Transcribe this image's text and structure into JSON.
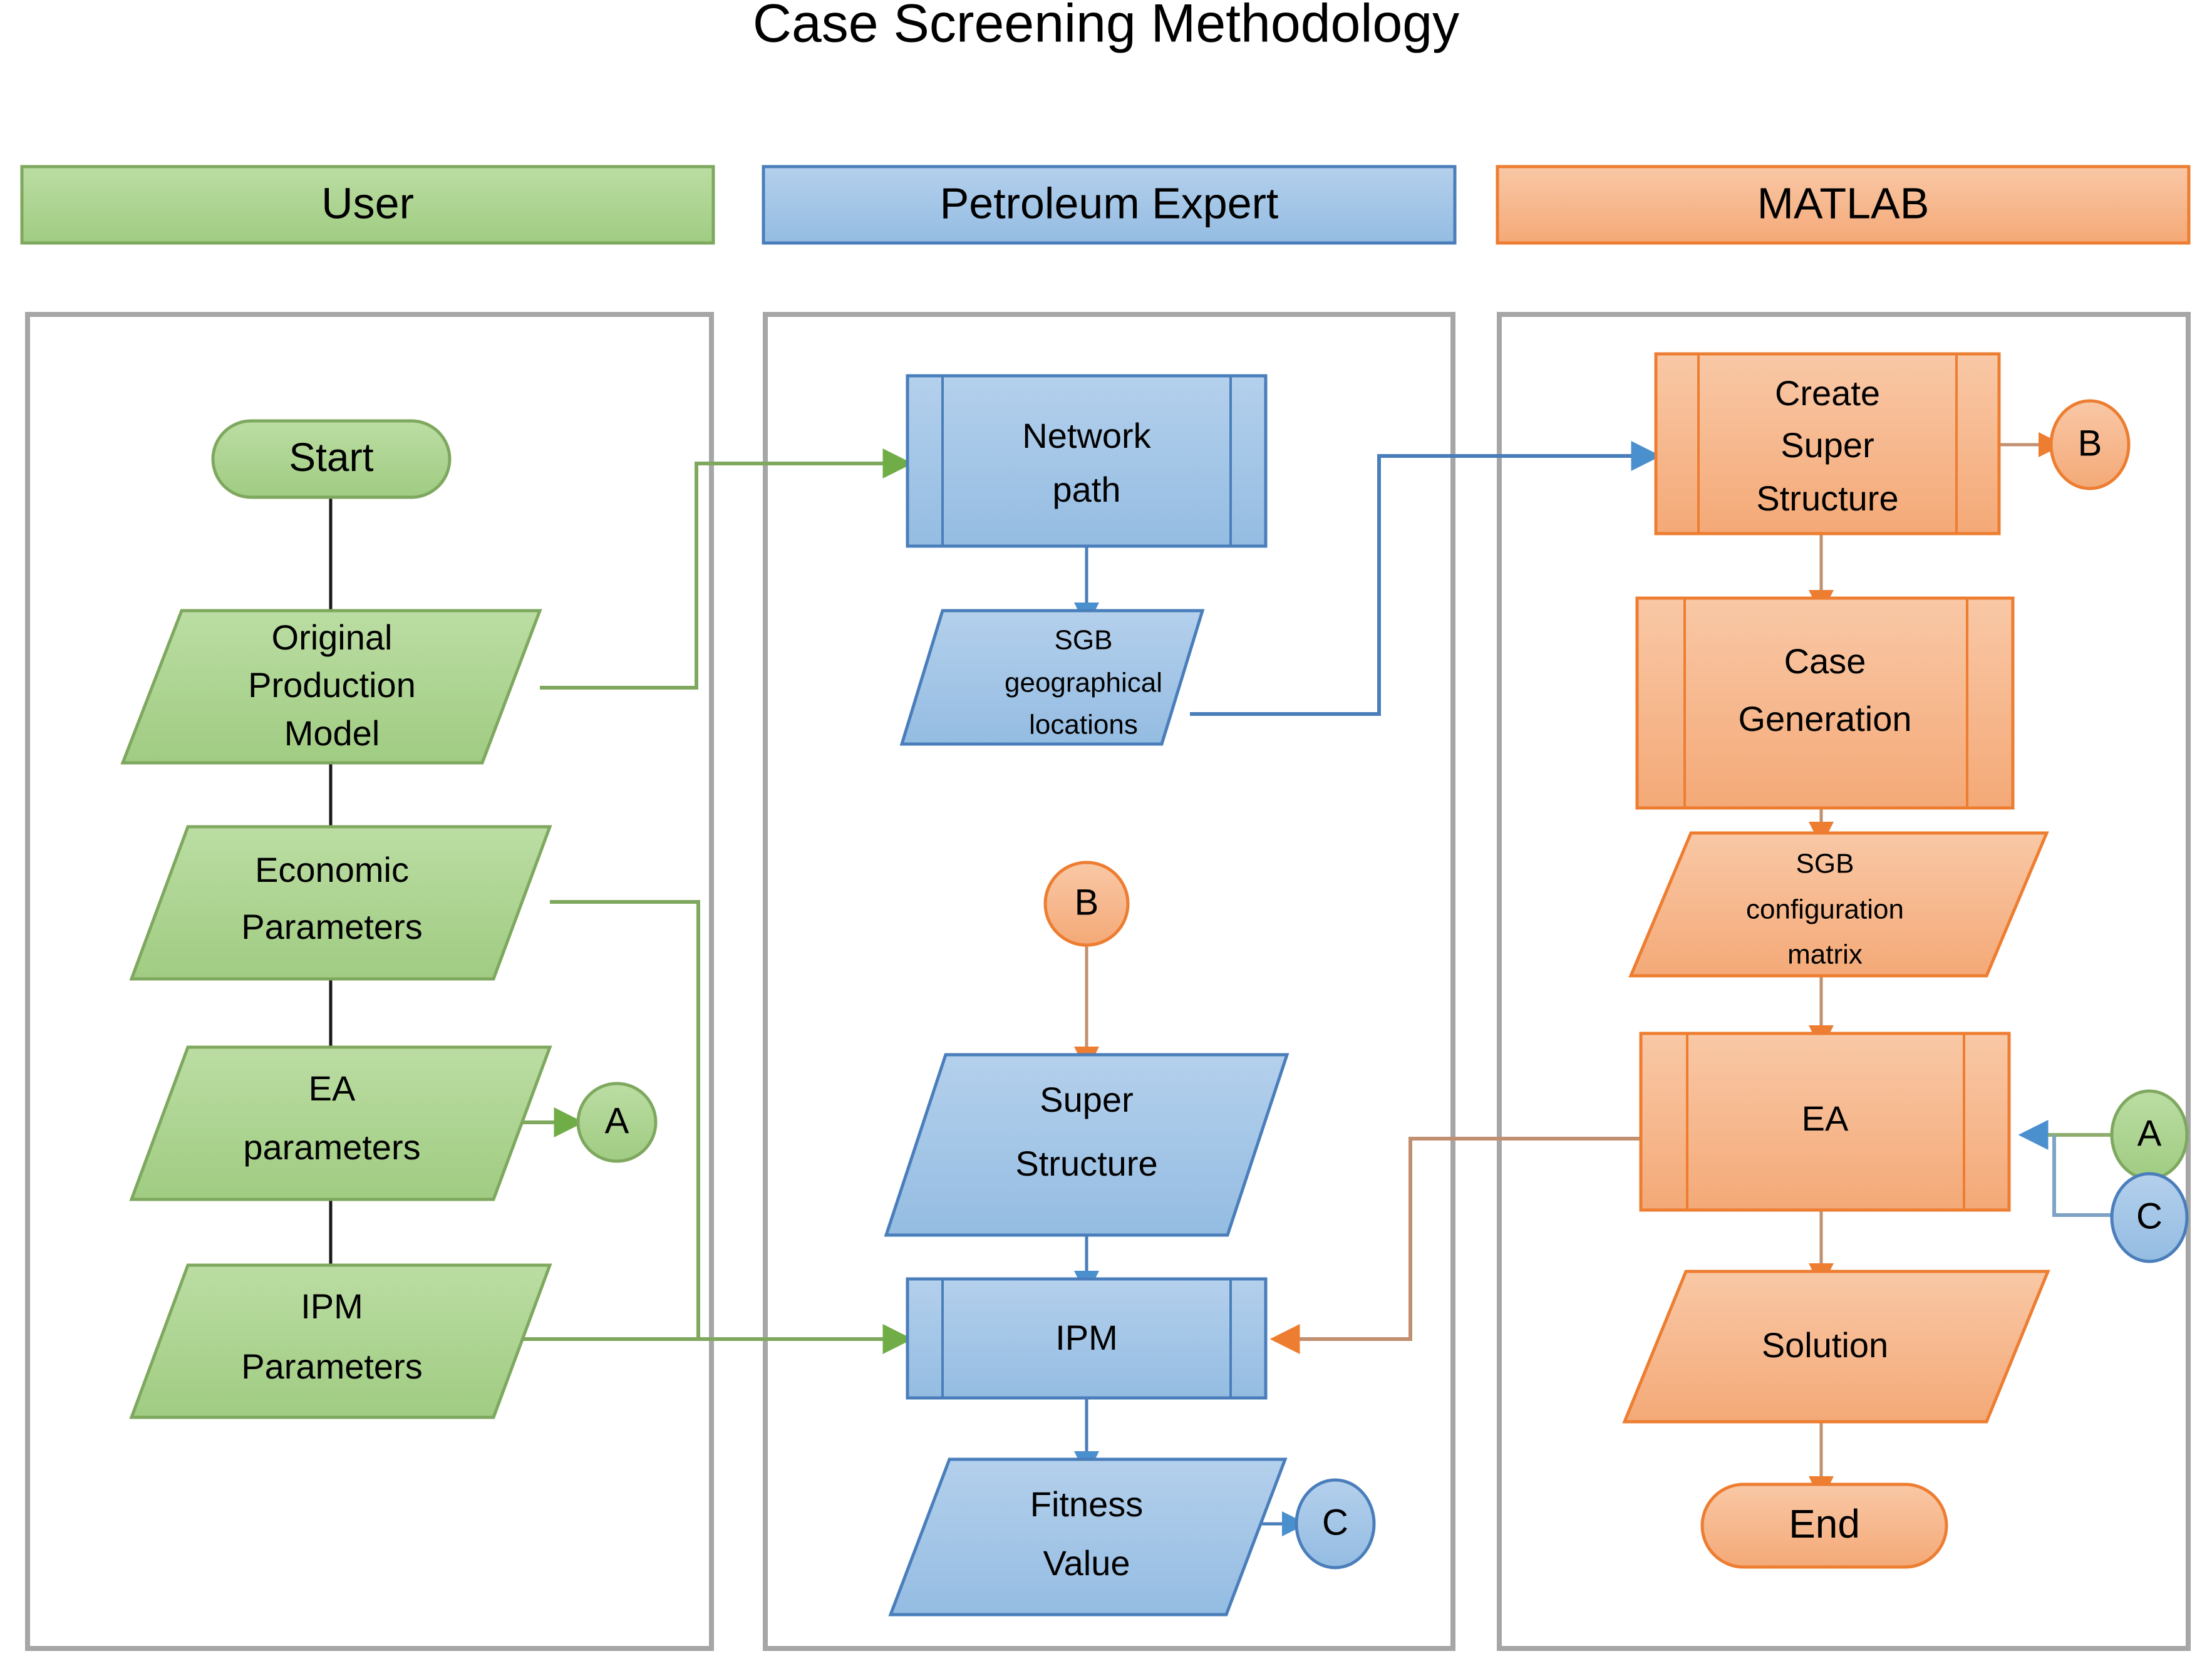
{
  "title": "Case Screening Methodology",
  "colors": {
    "green_fill": "#A9D18E",
    "green_fill_light": "#BBDDA3",
    "green_stroke": "#7FA85F",
    "blue_fill": "#9DC3E6",
    "blue_fill_light": "#AFCEEC",
    "blue_stroke": "#4A7EBB",
    "orange_fill": "#F4B183",
    "orange_fill_light": "#F8C6A2",
    "orange_stroke": "#ED7D31",
    "lane_border": "#A6A6A6",
    "flow_black": "#1A1A1A"
  },
  "lanes": [
    {
      "id": "user",
      "label": "User",
      "color": "green"
    },
    {
      "id": "petroleum-expert",
      "label": "Petroleum Expert",
      "color": "blue"
    },
    {
      "id": "matlab",
      "label": "MATLAB",
      "color": "orange"
    }
  ],
  "chart_data": {
    "type": "diagram",
    "title": "Case Screening Methodology",
    "lanes": [
      "User",
      "Petroleum Expert",
      "MATLAB"
    ],
    "nodes": [
      {
        "id": "start",
        "lane": "User",
        "shape": "terminator",
        "label": "Start"
      },
      {
        "id": "original-production-model",
        "lane": "User",
        "shape": "data",
        "label": "Original Production Model"
      },
      {
        "id": "economic-parameters",
        "lane": "User",
        "shape": "data",
        "label": "Economic Parameters"
      },
      {
        "id": "ea-parameters",
        "lane": "User",
        "shape": "data",
        "label": "EA parameters"
      },
      {
        "id": "ipm-parameters",
        "lane": "User",
        "shape": "data",
        "label": "IPM Parameters"
      },
      {
        "id": "connector-a-out",
        "lane": "User",
        "shape": "connector",
        "label": "A"
      },
      {
        "id": "network-path",
        "lane": "Petroleum Expert",
        "shape": "predefined-process",
        "label": "Network path"
      },
      {
        "id": "sgb-geographical-locations",
        "lane": "Petroleum Expert",
        "shape": "data",
        "label": "SGB geographical locations"
      },
      {
        "id": "connector-b-in",
        "lane": "Petroleum Expert",
        "shape": "connector",
        "label": "B"
      },
      {
        "id": "super-structure",
        "lane": "Petroleum Expert",
        "shape": "data",
        "label": "Super Structure"
      },
      {
        "id": "ipm",
        "lane": "Petroleum Expert",
        "shape": "predefined-process",
        "label": "IPM"
      },
      {
        "id": "fitness-value",
        "lane": "Petroleum Expert",
        "shape": "data",
        "label": "Fitness Value"
      },
      {
        "id": "connector-c-out",
        "lane": "Petroleum Expert",
        "shape": "connector",
        "label": "C"
      },
      {
        "id": "create-super-structure",
        "lane": "MATLAB",
        "shape": "predefined-process",
        "label": "Create Super Structure"
      },
      {
        "id": "connector-b-out",
        "lane": "MATLAB",
        "shape": "connector",
        "label": "B"
      },
      {
        "id": "case-generation",
        "lane": "MATLAB",
        "shape": "predefined-process",
        "label": "Case Generation"
      },
      {
        "id": "sgb-configuration-matrix",
        "lane": "MATLAB",
        "shape": "data",
        "label": "SGB configuration matrix"
      },
      {
        "id": "ea",
        "lane": "MATLAB",
        "shape": "predefined-process",
        "label": "EA"
      },
      {
        "id": "connector-a-in",
        "lane": "MATLAB",
        "shape": "connector",
        "label": "A"
      },
      {
        "id": "connector-c-in",
        "lane": "MATLAB",
        "shape": "connector",
        "label": "C"
      },
      {
        "id": "solution",
        "lane": "MATLAB",
        "shape": "data",
        "label": "Solution"
      },
      {
        "id": "end",
        "lane": "MATLAB",
        "shape": "terminator",
        "label": "End"
      }
    ],
    "edges": [
      {
        "from": "start",
        "to": "original-production-model",
        "color": "black"
      },
      {
        "from": "original-production-model",
        "to": "economic-parameters",
        "color": "black"
      },
      {
        "from": "economic-parameters",
        "to": "ea-parameters",
        "color": "black"
      },
      {
        "from": "ea-parameters",
        "to": "ipm-parameters",
        "color": "black"
      },
      {
        "from": "original-production-model",
        "to": "network-path",
        "color": "green"
      },
      {
        "from": "ea-parameters",
        "to": "connector-a-out",
        "color": "green"
      },
      {
        "from": "economic-parameters",
        "to": "ipm",
        "color": "green"
      },
      {
        "from": "ipm-parameters",
        "to": "ipm",
        "color": "green"
      },
      {
        "from": "network-path",
        "to": "sgb-geographical-locations",
        "color": "blue"
      },
      {
        "from": "sgb-geographical-locations",
        "to": "create-super-structure",
        "color": "blue"
      },
      {
        "from": "connector-b-in",
        "to": "super-structure",
        "color": "orange"
      },
      {
        "from": "super-structure",
        "to": "ipm",
        "color": "blue"
      },
      {
        "from": "ipm",
        "to": "fitness-value",
        "color": "blue"
      },
      {
        "from": "fitness-value",
        "to": "connector-c-out",
        "color": "blue"
      },
      {
        "from": "create-super-structure",
        "to": "connector-b-out",
        "color": "orange"
      },
      {
        "from": "create-super-structure",
        "to": "case-generation",
        "color": "orange"
      },
      {
        "from": "case-generation",
        "to": "sgb-configuration-matrix",
        "color": "orange"
      },
      {
        "from": "sgb-configuration-matrix",
        "to": "ea",
        "color": "orange"
      },
      {
        "from": "connector-a-in",
        "to": "ea",
        "color": "blue"
      },
      {
        "from": "connector-c-in",
        "to": "ea",
        "color": "blue"
      },
      {
        "from": "ea",
        "to": "ipm",
        "color": "orange"
      },
      {
        "from": "ea",
        "to": "solution",
        "color": "orange"
      },
      {
        "from": "solution",
        "to": "end",
        "color": "orange"
      }
    ]
  },
  "nodes": {
    "start": "Start",
    "original_production_model_l1": "Original",
    "original_production_model_l2": "Production",
    "original_production_model_l3": "Model",
    "economic_parameters_l1": "Economic",
    "economic_parameters_l2": "Parameters",
    "ea_parameters_l1": "EA",
    "ea_parameters_l2": "parameters",
    "ipm_parameters_l1": "IPM",
    "ipm_parameters_l2": "Parameters",
    "network_path_l1": "Network",
    "network_path_l2": "path",
    "sgb_geo_l1": "SGB",
    "sgb_geo_l2": "geographical",
    "sgb_geo_l3": "locations",
    "super_structure_l1": "Super",
    "super_structure_l2": "Structure",
    "ipm": "IPM",
    "fitness_value_l1": "Fitness",
    "fitness_value_l2": "Value",
    "create_super_structure_l1": "Create",
    "create_super_structure_l2": "Super",
    "create_super_structure_l3": "Structure",
    "case_generation_l1": "Case",
    "case_generation_l2": "Generation",
    "sgb_config_l1": "SGB",
    "sgb_config_l2": "configuration",
    "sgb_config_l3": "matrix",
    "ea": "EA",
    "solution": "Solution",
    "end": "End"
  },
  "connectors": {
    "a_out": "A",
    "b_in": "B",
    "c_out": "C",
    "b_out": "B",
    "a_in": "A",
    "c_in": "C"
  }
}
